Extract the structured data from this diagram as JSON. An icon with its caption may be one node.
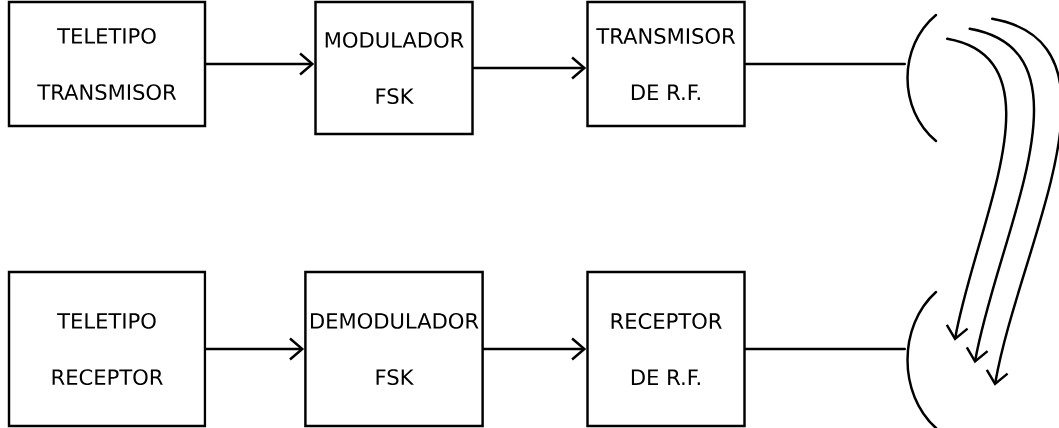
{
  "diagram": {
    "nodes": [
      {
        "text": [
          "TELETIPO",
          "TRANSMISOR"
        ]
      },
      {
        "text": [
          "MODULADOR",
          "FSK"
        ]
      },
      {
        "text": [
          "TRANSMISOR",
          "DE R.F."
        ]
      },
      {
        "text": [],
        "shape": "antenna"
      },
      {
        "text": [
          "TELETIPO",
          "RECEPTOR"
        ]
      },
      {
        "text": [
          "DEMODULADOR",
          "FSK"
        ]
      },
      {
        "text": [
          "RECEPTOR",
          "DE R.F."
        ]
      },
      {
        "text": [],
        "shape": "antenna"
      }
    ],
    "edges": [
      {
        "from": 0,
        "to": 1,
        "arrow": "to"
      },
      {
        "from": 1,
        "to": 2,
        "arrow": "to"
      },
      {
        "from": 2,
        "to": 3,
        "arrow": "none"
      },
      {
        "from": 4,
        "to": 5,
        "arrow": "to"
      },
      {
        "from": 5,
        "to": 6,
        "arrow": "to"
      },
      {
        "from": 6,
        "to": 7,
        "arrow": "none"
      },
      {
        "from": 3,
        "to": 7,
        "arrow": "to"
      },
      {
        "from": 3,
        "to": 7,
        "arrow": "to"
      },
      {
        "from": 3,
        "to": 7,
        "arrow": "to"
      }
    ]
  }
}
